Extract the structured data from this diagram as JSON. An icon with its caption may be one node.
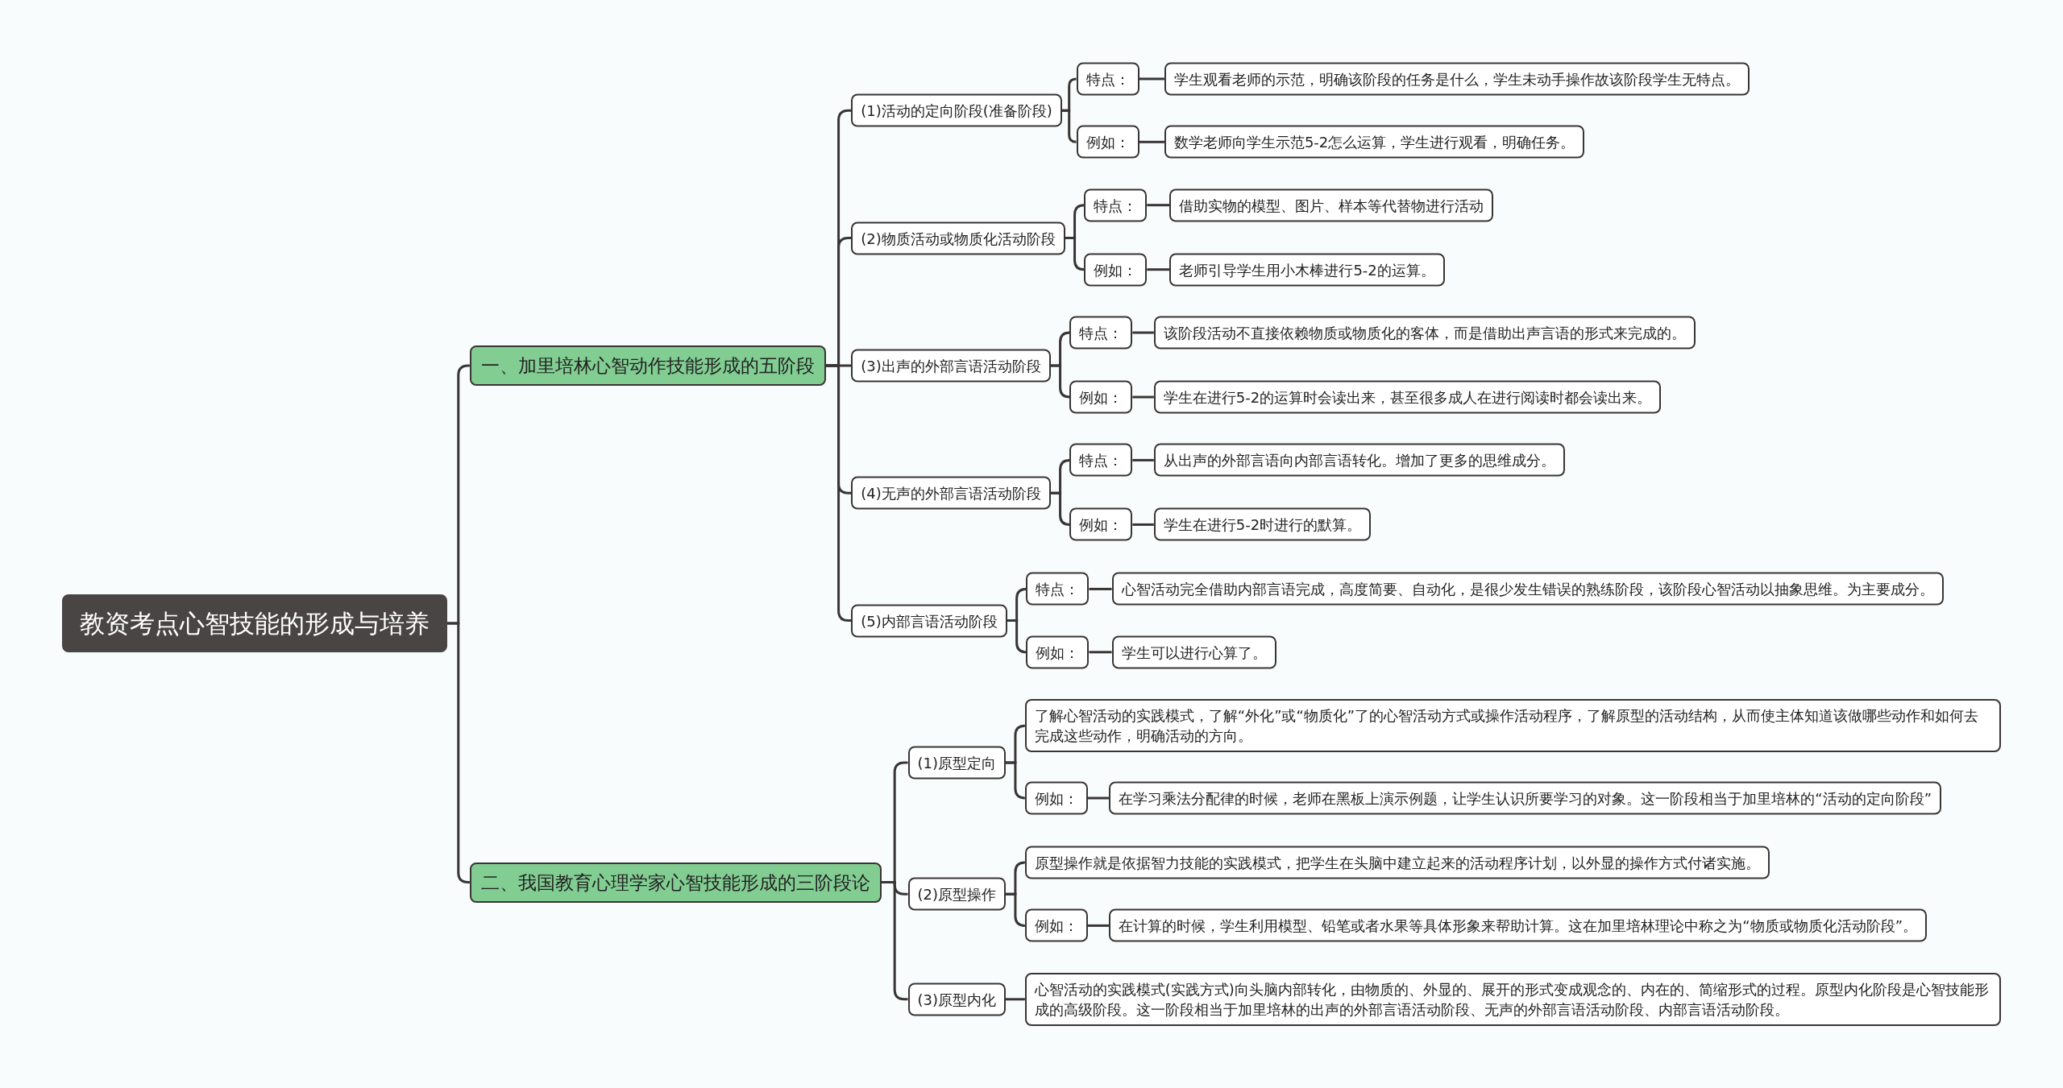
{
  "diagram": {
    "nodes": [
      {
        "text": [
          "教资考点心智技能的形成与培养"
        ]
      },
      {
        "text": [
          "一、加里培林心智动作技能形成的五阶段"
        ]
      },
      {
        "text": [
          "二、我国教育心理学家心智技能形成的三阶段论"
        ]
      },
      {
        "text": [
          "(1)活动的定向阶段(准备阶段)"
        ]
      },
      {
        "text": [
          "特点："
        ]
      },
      {
        "text": [
          "学生观看老师的示范，明确该阶段的任务是什么，学生未动手操作故该阶段学生无特点。"
        ]
      },
      {
        "text": [
          "例如："
        ]
      },
      {
        "text": [
          "数学老师向学生示范5-2怎么运算，学生进行观看，明确任务。"
        ]
      },
      {
        "text": [
          "(2)物质活动或物质化活动阶段"
        ]
      },
      {
        "text": [
          "特点："
        ]
      },
      {
        "text": [
          "借助实物的模型、图片、样本等代替物进行活动"
        ]
      },
      {
        "text": [
          "例如："
        ]
      },
      {
        "text": [
          "老师引导学生用小木棒进行5-2的运算。"
        ]
      },
      {
        "text": [
          "(3)出声的外部言语活动阶段"
        ]
      },
      {
        "text": [
          "特点："
        ]
      },
      {
        "text": [
          "该阶段活动不直接依赖物质或物质化的客体，而是借助出声言语的形式来完成的。"
        ]
      },
      {
        "text": [
          "例如："
        ]
      },
      {
        "text": [
          "学生在进行5-2的运算时会读出来，甚至很多成人在进行阅读时都会读出来。"
        ]
      },
      {
        "text": [
          "(4)无声的外部言语活动阶段"
        ]
      },
      {
        "text": [
          "特点："
        ]
      },
      {
        "text": [
          "从出声的外部言语向内部言语转化。增加了更多的思维成分。"
        ]
      },
      {
        "text": [
          "例如："
        ]
      },
      {
        "text": [
          "学生在进行5-2时进行的默算。"
        ]
      },
      {
        "text": [
          "(5)内部言语活动阶段"
        ]
      },
      {
        "text": [
          "特点："
        ]
      },
      {
        "text": [
          "心智活动完全借助内部言语完成，高度简要、自动化，是很少发生错误的熟练阶段，该阶段心智活动以抽象思维。为主要成分。"
        ]
      },
      {
        "text": [
          "例如："
        ]
      },
      {
        "text": [
          "学生可以进行心算了。"
        ]
      },
      {
        "text": [
          "(1)原型定向"
        ]
      },
      {
        "text": [
          "了解心智活动的实践模式，了解“外化”或“物质化”了的心智活动方式或操作活动程序，了解原型的活动结构，从而使主体知道该做哪些动作和如何去完成这些动作，明确活动的方向。"
        ]
      },
      {
        "text": [
          "例如："
        ]
      },
      {
        "text": [
          "在学习乘法分配律的时候，老师在黑板上演示例题，让学生认识所要学习的对象。这一阶段相当于加里培林的“活动的定向阶段”"
        ]
      },
      {
        "text": [
          "(2)原型操作"
        ]
      },
      {
        "text": [
          "原型操作就是依据智力技能的实践模式，把学生在头脑中建立起来的活动程序计划，以外显的操作方式付诸实施。"
        ]
      },
      {
        "text": [
          "例如："
        ]
      },
      {
        "text": [
          "在计算的时候，学生利用模型、铅笔或者水果等具体形象来帮助计算。这在加里培林理论中称之为“物质或物质化活动阶段”。"
        ]
      },
      {
        "text": [
          "(3)原型内化"
        ]
      },
      {
        "text": [
          "心智活动的实践模式(实践方式)向头脑内部转化，由物质的、外显的、展开的形式变成观念的、内在的、简缩形式的过程。原型内化阶段是心智技能形成的高级阶段。这一阶段相当于加里培林的出声的外部言语活动阶段、无声的外部言语活动阶段、内部言语活动阶段。"
        ]
      }
    ],
    "edges": [
      {
        "from": 0,
        "to": 1,
        "arrow": "none"
      },
      {
        "from": 0,
        "to": 2,
        "arrow": "none"
      },
      {
        "from": 1,
        "to": 3,
        "arrow": "none"
      },
      {
        "from": 3,
        "to": 4,
        "arrow": "none"
      },
      {
        "from": 4,
        "to": 5,
        "arrow": "none"
      },
      {
        "from": 3,
        "to": 6,
        "arrow": "none"
      },
      {
        "from": 6,
        "to": 7,
        "arrow": "none"
      },
      {
        "from": 1,
        "to": 8,
        "arrow": "none"
      },
      {
        "from": 8,
        "to": 9,
        "arrow": "none"
      },
      {
        "from": 9,
        "to": 10,
        "arrow": "none"
      },
      {
        "from": 8,
        "to": 11,
        "arrow": "none"
      },
      {
        "from": 11,
        "to": 12,
        "arrow": "none"
      },
      {
        "from": 1,
        "to": 13,
        "arrow": "none"
      },
      {
        "from": 13,
        "to": 14,
        "arrow": "none"
      },
      {
        "from": 14,
        "to": 15,
        "arrow": "none"
      },
      {
        "from": 13,
        "to": 16,
        "arrow": "none"
      },
      {
        "from": 16,
        "to": 17,
        "arrow": "none"
      },
      {
        "from": 1,
        "to": 18,
        "arrow": "none"
      },
      {
        "from": 18,
        "to": 19,
        "arrow": "none"
      },
      {
        "from": 19,
        "to": 20,
        "arrow": "none"
      },
      {
        "from": 18,
        "to": 21,
        "arrow": "none"
      },
      {
        "from": 21,
        "to": 22,
        "arrow": "none"
      },
      {
        "from": 1,
        "to": 23,
        "arrow": "none"
      },
      {
        "from": 23,
        "to": 24,
        "arrow": "none"
      },
      {
        "from": 24,
        "to": 25,
        "arrow": "none"
      },
      {
        "from": 23,
        "to": 26,
        "arrow": "none"
      },
      {
        "from": 26,
        "to": 27,
        "arrow": "none"
      },
      {
        "from": 2,
        "to": 28,
        "arrow": "none"
      },
      {
        "from": 28,
        "to": 29,
        "arrow": "none"
      },
      {
        "from": 28,
        "to": 30,
        "arrow": "none"
      },
      {
        "from": 30,
        "to": 31,
        "arrow": "none"
      },
      {
        "from": 2,
        "to": 32,
        "arrow": "none"
      },
      {
        "from": 32,
        "to": 33,
        "arrow": "none"
      },
      {
        "from": 32,
        "to": 34,
        "arrow": "none"
      },
      {
        "from": 34,
        "to": 35,
        "arrow": "none"
      },
      {
        "from": 2,
        "to": 36,
        "arrow": "none"
      },
      {
        "from": 36,
        "to": 37,
        "arrow": "none"
      }
    ]
  }
}
